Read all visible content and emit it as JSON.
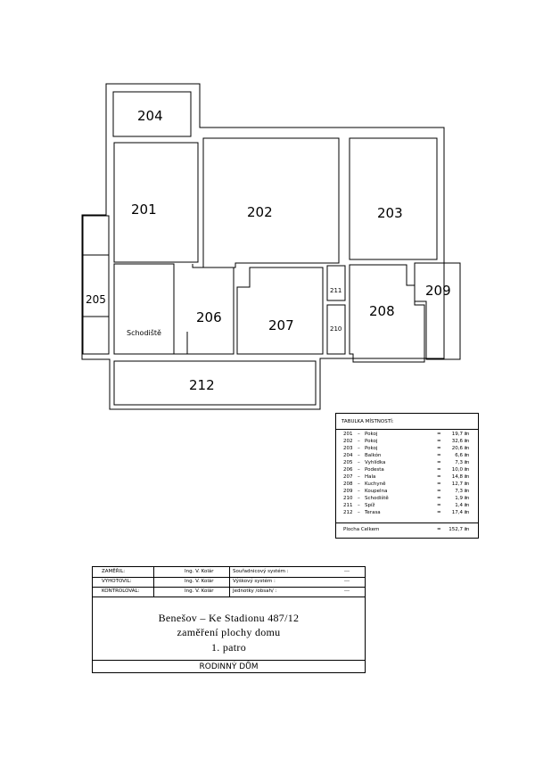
{
  "rooms": {
    "r201": "201",
    "r202": "202",
    "r203": "203",
    "r204": "204",
    "r205": "205",
    "r206": "206",
    "r207": "207",
    "r208": "208",
    "r209": "209",
    "r210": "210",
    "r211": "211",
    "r212": "212",
    "stair": "Schodiště"
  },
  "area_table": {
    "title": "TABULKA MÍSTNOSTÍ:",
    "unit": "m",
    "unit_exp": "2",
    "rows": [
      {
        "num": "201",
        "name": "Pokoj",
        "area": "19,7"
      },
      {
        "num": "202",
        "name": "Pokoj",
        "area": "32,6"
      },
      {
        "num": "203",
        "name": "Pokoj",
        "area": "20,6"
      },
      {
        "num": "204",
        "name": "Balkón",
        "area": "6,6"
      },
      {
        "num": "205",
        "name": "Vyhlídka",
        "area": "7,3"
      },
      {
        "num": "206",
        "name": "Podesta",
        "area": "10,0"
      },
      {
        "num": "207",
        "name": "Hala",
        "area": "14,8"
      },
      {
        "num": "208",
        "name": "Kuchyně",
        "area": "12,7"
      },
      {
        "num": "209",
        "name": "Koupelna",
        "area": "7,3"
      },
      {
        "num": "210",
        "name": "Schodiště",
        "area": "1,9"
      },
      {
        "num": "211",
        "name": "Spíž",
        "area": "1,4"
      },
      {
        "num": "212",
        "name": "Terasa",
        "area": "17,4"
      }
    ],
    "total_label": "Plocha Celkem",
    "total_value": "152,7"
  },
  "title_block": {
    "rows": [
      {
        "label": "ZAMĚŘIL:",
        "person": "Ing. V. Kolár",
        "field": "Souřadnicový systém :",
        "value": "---"
      },
      {
        "label": "VYHOTOVIL:",
        "person": "Ing. V. Kolár",
        "field": "Výškový systém :",
        "value": "---"
      },
      {
        "label": "KONTROLOVAL:",
        "person": "Ing. V. Kolár",
        "field": "Jednotky /obsah/ :",
        "value": "---"
      }
    ],
    "address": "Benešov – Ke Stadionu 487/12",
    "subtitle": "zaměření plochy domu",
    "floor": "1. patro",
    "house_type": "RODINNÝ DŮM"
  }
}
